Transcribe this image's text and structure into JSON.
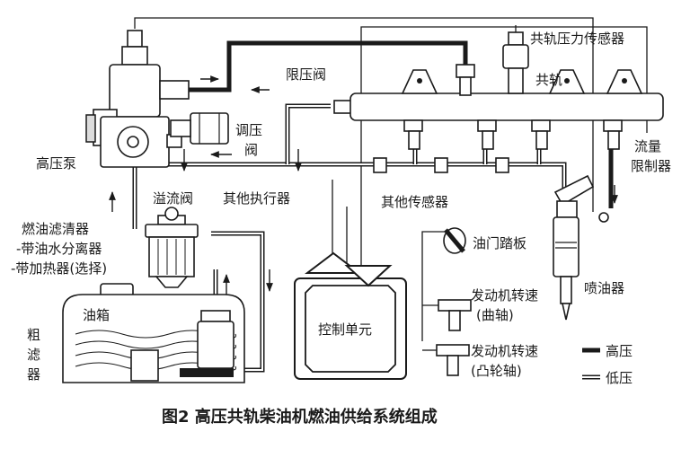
{
  "labels": {
    "pressure_sensor": "共轨压力传感器",
    "rail": "共轨",
    "pressure_limiter": "限压阀",
    "high_pressure_pump": "高压泵",
    "regulator_line1": "调压",
    "regulator_line2": "阀",
    "flow_limiter_line1": "流量",
    "flow_limiter_line2": "限制器",
    "overflow_valve": "溢流阀",
    "other_actuators": "其他执行器",
    "other_sensors": "其他传感器",
    "filter_line1": "燃油滤清器",
    "filter_line2": "-带油水分离器",
    "filter_line3": "-带加热器(选择)",
    "throttle_pedal": "油门踏板",
    "injector": "喷油器",
    "tank": "油箱",
    "coarse_filter_1": "粗",
    "coarse_filter_2": "滤",
    "coarse_filter_3": "器",
    "control_unit": "控制单元",
    "engine_speed_crank_1": "发动机转速",
    "engine_speed_crank_2": "(曲轴)",
    "engine_speed_cam_1": "发动机转速",
    "engine_speed_cam_2": "(凸轮轴)"
  },
  "legend": {
    "high_pressure": "高压",
    "low_pressure": "低压"
  },
  "caption": "图2 高压共轨柴油机燃油供给系统组成"
}
